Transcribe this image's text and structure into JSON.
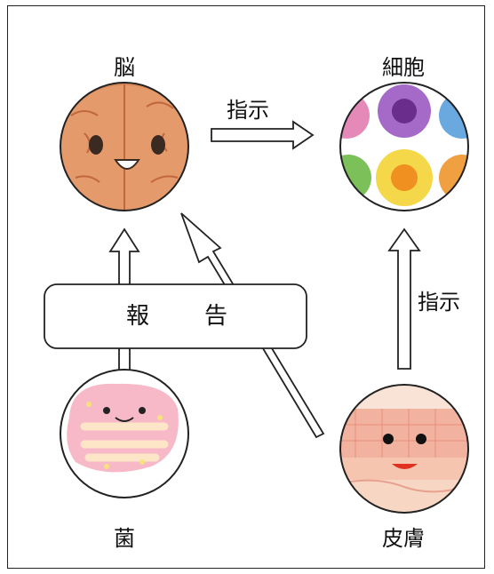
{
  "diagram": {
    "nodes": {
      "brain": {
        "label": "脳",
        "icon": "brain-face-icon",
        "color": "#d9895a"
      },
      "cell": {
        "label": "細胞",
        "icon": "cells-icon"
      },
      "bacteria": {
        "label": "菌",
        "icon": "intestine-bacteria-icon",
        "color": "#f7b8c8"
      },
      "skin": {
        "label": "皮膚",
        "icon": "skin-face-icon",
        "color": "#f2b2a0"
      }
    },
    "edges": {
      "brain_to_cell": {
        "label": "指示"
      },
      "skin_to_cell": {
        "label": "指示"
      }
    },
    "report_box": {
      "text_1": "報",
      "text_2": "告"
    }
  }
}
